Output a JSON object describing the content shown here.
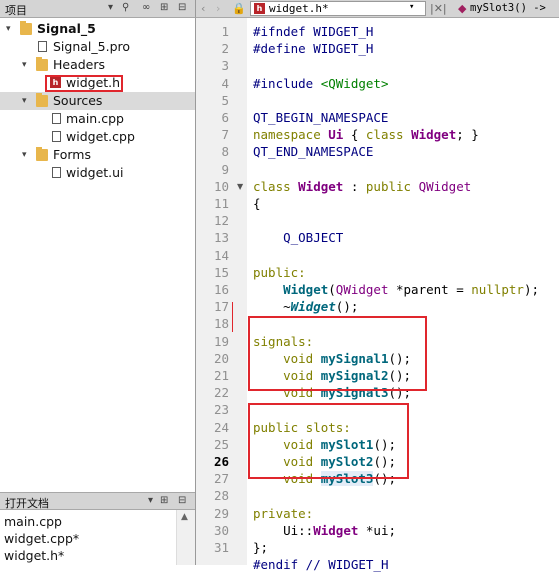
{
  "left_header": {
    "title": "项目"
  },
  "editor_tab": {
    "filename": "widget.h*",
    "function": "mySlot3() ->"
  },
  "project_tree": {
    "root": "Signal_5",
    "pro": "Signal_5.pro",
    "headers": "Headers",
    "header_file": "widget.h",
    "sources": "Sources",
    "source_files": [
      "main.cpp",
      "widget.cpp"
    ],
    "forms": "Forms",
    "form_file": "widget.ui"
  },
  "open_docs": {
    "title": "打开文档",
    "items": [
      "main.cpp",
      "widget.cpp*",
      "widget.h*"
    ]
  },
  "line_numbers": [
    "1",
    "2",
    "3",
    "4",
    "5",
    "6",
    "7",
    "8",
    "9",
    "10",
    "11",
    "12",
    "13",
    "14",
    "15",
    "16",
    "17",
    "18",
    "19",
    "20",
    "21",
    "22",
    "23",
    "24",
    "25",
    "26",
    "27",
    "28",
    "29",
    "30",
    "31"
  ],
  "current_line": "26",
  "code": {
    "l1": "#ifndef WIDGET_H",
    "l2": "#define WIDGET_H",
    "l4a": "#include ",
    "l4b": "<QWidget>",
    "l6": "QT_BEGIN_NAMESPACE",
    "l7a": "namespace ",
    "l7b": "Ui",
    "l7c": " { ",
    "l7d": "class ",
    "l7e": "Widget",
    "l7f": "; }",
    "l8": "QT_END_NAMESPACE",
    "l10a": "class ",
    "l10b": "Widget",
    "l10c": " : ",
    "l10d": "public ",
    "l10e": "QWidget",
    "l11": "{",
    "l12": "    Q_OBJECT",
    "l14": "public:",
    "l15a": "    ",
    "l15b": "Widget",
    "l15c": "(",
    "l15d": "QWidget",
    "l15e": " *parent = ",
    "l15f": "nullptr",
    "l15g": ");",
    "l16a": "    ~",
    "l16b": "Widget",
    "l16c": "();",
    "l18": "signals:",
    "l19a": "    ",
    "l19b": "void ",
    "l19c": "mySignal1",
    "l19d": "();",
    "l20a": "    ",
    "l20b": "void ",
    "l20c": "mySignal2",
    "l20d": "();",
    "l21a": "    ",
    "l21b": "void ",
    "l21c": "mySignal3",
    "l21d": "();",
    "l23": "public slots:",
    "l24a": "    ",
    "l24b": "void ",
    "l24c": "mySlot1",
    "l24d": "();",
    "l25a": "    ",
    "l25b": "void ",
    "l25c": "mySlot2",
    "l25d": "();",
    "l26a": "    ",
    "l26b": "void ",
    "l26c": "mySlot3",
    "l26d": "();",
    "l28": "private:",
    "l29a": "    Ui::",
    "l29b": "Widget",
    "l29c": " *ui;",
    "l30": "};",
    "l31a": "#endif",
    "l31b": " // WIDGET_H"
  }
}
